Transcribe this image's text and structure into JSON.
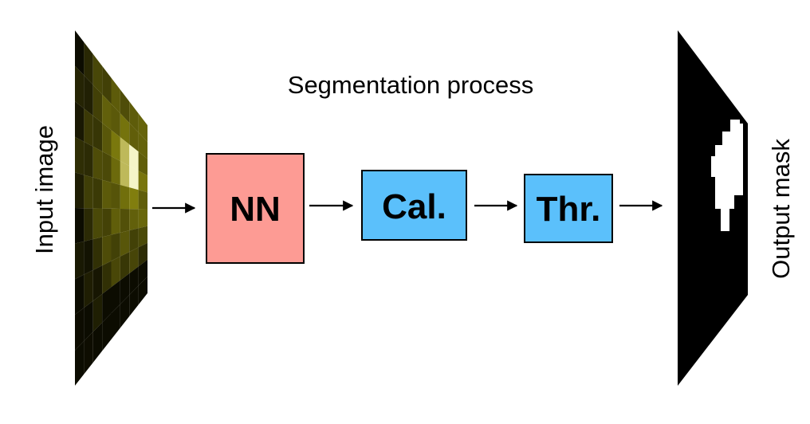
{
  "title": "Segmentation process",
  "input_label": "Input image",
  "output_label": "Output mask",
  "blocks": [
    {
      "id": "nn",
      "label": "NN",
      "color": "#fd9b94"
    },
    {
      "id": "cal",
      "label": "Cal.",
      "color": "#5bc0fb"
    },
    {
      "id": "thr",
      "label": "Thr.",
      "color": "#5bc0fb"
    }
  ],
  "colors": {
    "input_image_tint": "#5c5a0a",
    "output_mask_background": "#000000",
    "output_mask_foreground": "#ffffff",
    "arrow": "#000000"
  }
}
